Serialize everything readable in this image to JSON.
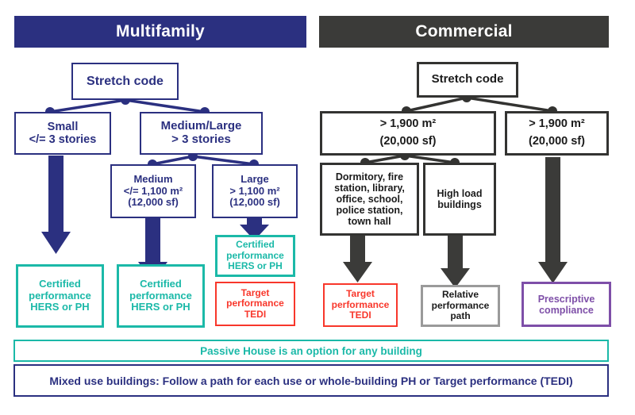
{
  "colors": {
    "navy": "#2B3080",
    "dark_gray": "#3B3B39",
    "teal": "#1BB9A8",
    "red": "#F8372B",
    "gray": "#9A9A9A",
    "purple": "#7E4FA8",
    "white": "#FFFFFF"
  },
  "columns": {
    "multifamily": {
      "header": "Multifamily",
      "root": {
        "label": "Stretch code"
      },
      "branches": [
        {
          "id": "small",
          "lines": [
            "Small",
            "</= 3 stories"
          ]
        },
        {
          "id": "medium-large",
          "lines": [
            "Medium/Large",
            "> 3 stories"
          ]
        }
      ],
      "subbranches": [
        {
          "id": "medium",
          "lines": [
            "Medium",
            "</= 1,100 m²",
            "(12,000 sf)"
          ]
        },
        {
          "id": "large",
          "lines": [
            "Large",
            "> 1,100 m²",
            "(12,000 sf)"
          ]
        }
      ],
      "outcomes": [
        {
          "id": "small-outcome",
          "style": "teal",
          "lines": [
            "Certified",
            "performance",
            "HERS or PH"
          ]
        },
        {
          "id": "medium-outcome",
          "style": "teal",
          "lines": [
            "Certified",
            "performance",
            "HERS or PH"
          ]
        },
        {
          "id": "large-outcome-certified",
          "style": "teal",
          "lines": [
            "Certified",
            "performance",
            "HERS or PH"
          ]
        },
        {
          "id": "large-outcome-target",
          "style": "red",
          "lines": [
            "Target",
            "performance",
            "TEDI"
          ]
        }
      ]
    },
    "commercial": {
      "header": "Commercial",
      "root": {
        "label": "Stretch code"
      },
      "branches": [
        {
          "id": "size-left",
          "lines": [
            "> 1,900 m²",
            "(20,000 sf)"
          ]
        },
        {
          "id": "size-right",
          "lines": [
            "> 1,900 m²",
            "(20,000 sf)"
          ]
        }
      ],
      "subbranches": [
        {
          "id": "use-types",
          "lines": [
            "Dormitory, fire",
            "station, library,",
            "office, school,",
            "police station,",
            "town hall"
          ]
        },
        {
          "id": "high-load",
          "lines": [
            "High load",
            "buildings"
          ]
        }
      ],
      "outcomes": [
        {
          "id": "commercial-outcome-target",
          "style": "red",
          "lines": [
            "Target",
            "performance",
            "TEDI"
          ]
        },
        {
          "id": "commercial-outcome-relative",
          "style": "gray",
          "lines": [
            "Relative",
            "performance",
            "path"
          ]
        },
        {
          "id": "commercial-outcome-prescriptive",
          "style": "purple",
          "lines": [
            "Prescriptive",
            "compliance"
          ]
        }
      ]
    }
  },
  "footer": {
    "passive_house": "Passive House is an option for any building",
    "mixed_use": "Mixed use buildings: Follow a path for each use or whole-building PH or Target performance (TEDI)"
  }
}
